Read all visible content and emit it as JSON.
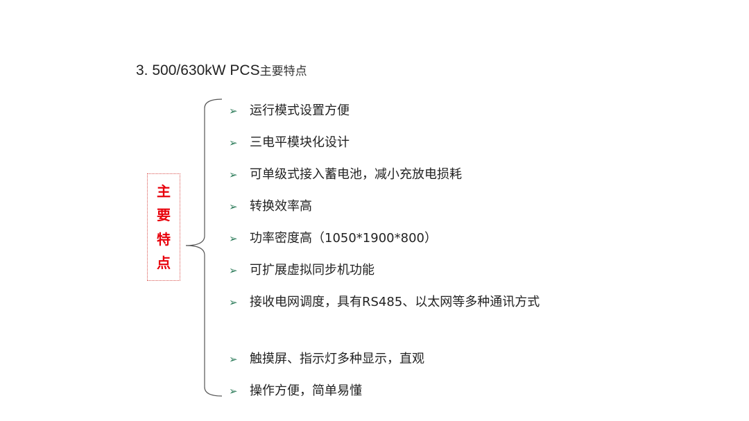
{
  "title": {
    "prefix": "3.  500/630kW PCS",
    "suffix": "主要特点"
  },
  "side_label": {
    "chars": [
      "主",
      "要",
      "特",
      "点"
    ],
    "color": "#e8000b"
  },
  "bullet_icon": "arrow-bullet-icon",
  "accent_color": "#2e7d5b",
  "features": [
    "运行模式设置方便",
    "三电平模块化设计",
    "可单级式接入蓄电池，减小充放电损耗",
    "转换效率高",
    "功率密度高（1050*1900*800）",
    "可扩展虚拟同步机功能",
    "接收电网调度，具有RS485、以太网等多种通讯方式",
    "触摸屏、指示灯多种显示，直观",
    "操作方便，简单易懂"
  ]
}
